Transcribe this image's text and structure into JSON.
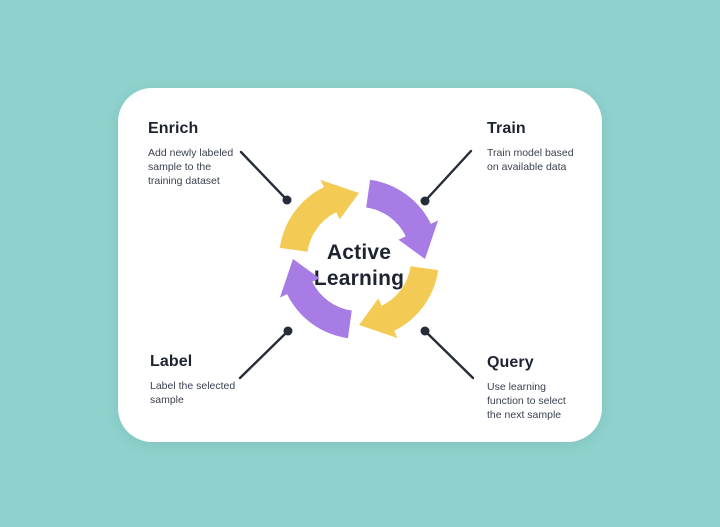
{
  "colors": {
    "background": "#8FD2CD",
    "card": "#FFFFFF",
    "arrow_yellow": "#F3CB54",
    "arrow_purple": "#A77CE5",
    "heading_text": "#1D2330",
    "body_text": "#3A4150",
    "connector": "#262C38"
  },
  "diagram": {
    "title": "Active\nLearning",
    "nodes": [
      {
        "id": "enrich",
        "label": "Enrich",
        "description": "Add newly labeled\nsample to the\ntraining dataset"
      },
      {
        "id": "train",
        "label": "Train",
        "description": "Train model based\non available data"
      },
      {
        "id": "label",
        "label": "Label",
        "description": "Label the selected\nsample"
      },
      {
        "id": "query",
        "label": "Query",
        "description": "Use learning\nfunction to select\nthe next sample"
      }
    ]
  }
}
